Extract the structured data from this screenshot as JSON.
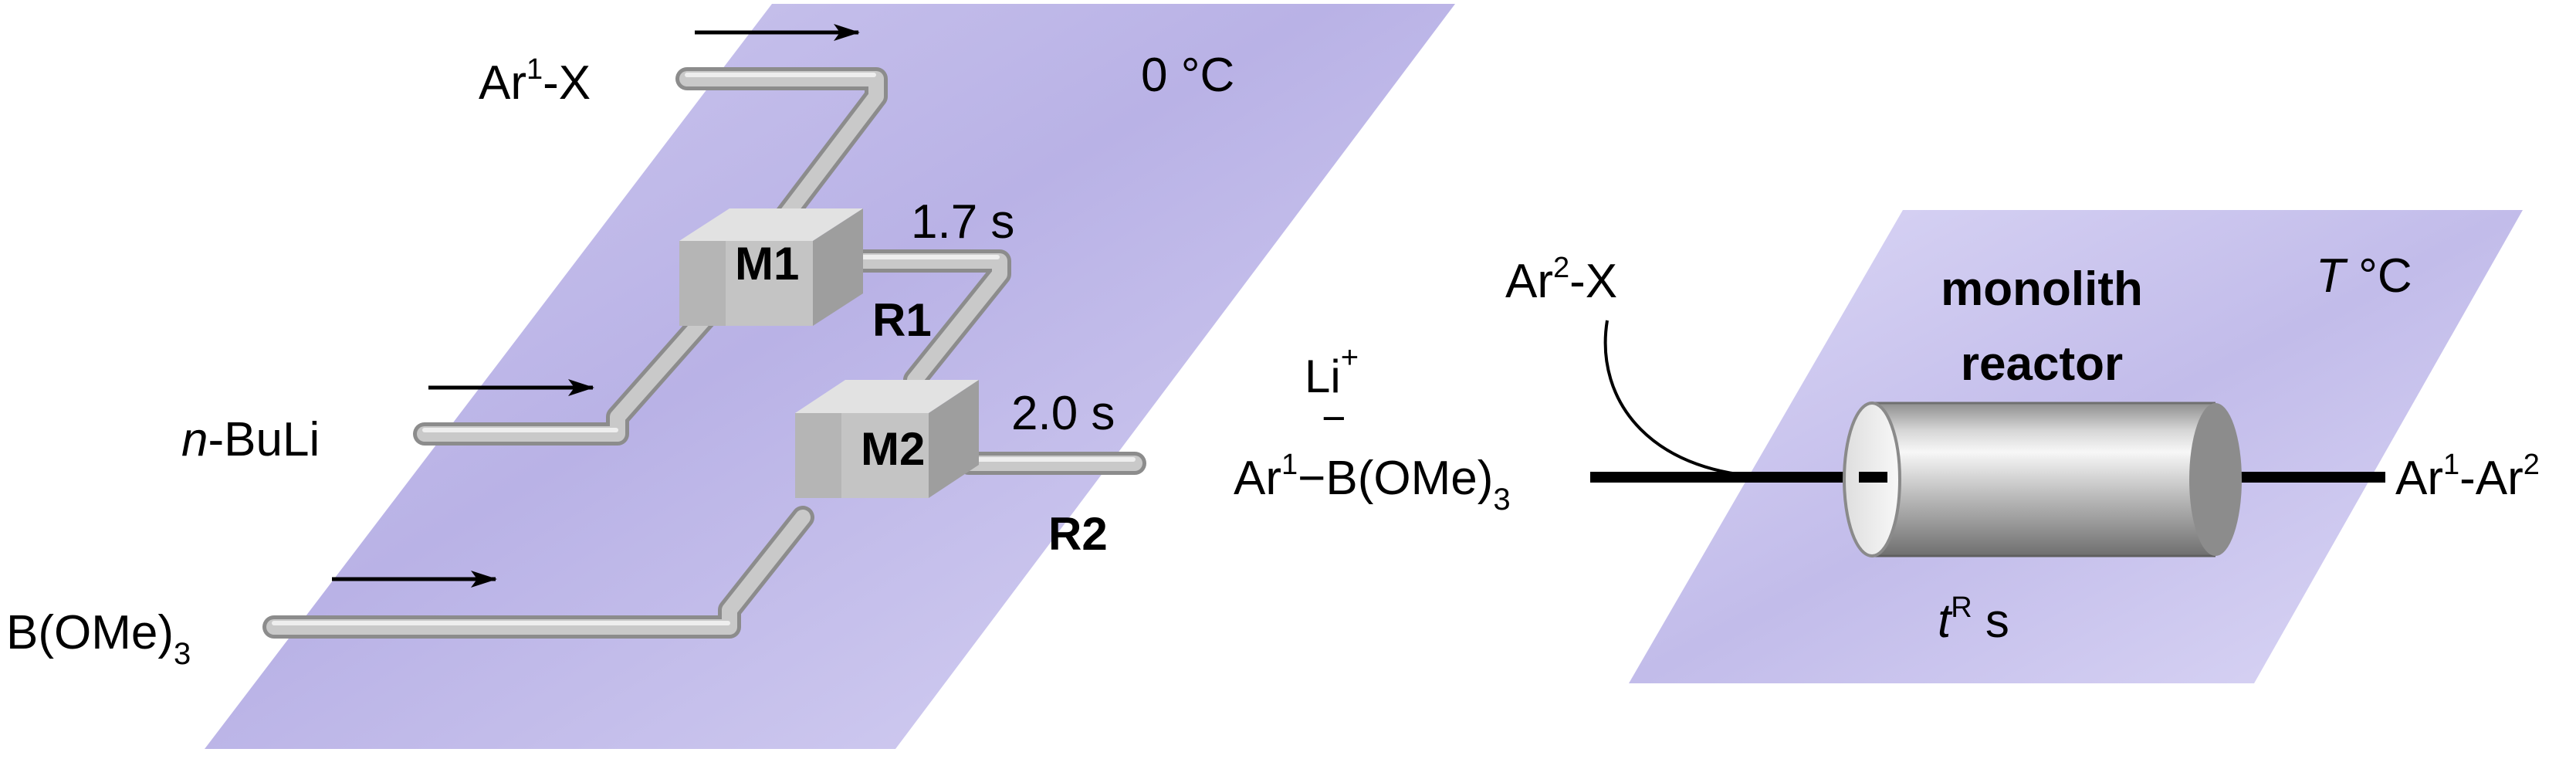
{
  "left_module": {
    "temperature": "0 °C",
    "inputs": {
      "ar1x": {
        "main": "Ar",
        "sup": "1",
        "tail": "-X"
      },
      "nbuli": {
        "italic": "n",
        "tail": "-BuLi"
      },
      "borate": {
        "main": "B(OMe)",
        "sub": "3"
      }
    },
    "mixers": {
      "m1": "M1",
      "m2": "M2"
    },
    "reactors": {
      "r1": "R1",
      "r2": "R2"
    },
    "residence_times": {
      "r1": "1.7 s",
      "r2": "2.0 s"
    }
  },
  "intermediate": {
    "cation": {
      "main": "Li",
      "sup": "+"
    },
    "charge": "−",
    "formula": {
      "a": "Ar",
      "a_sup": "1",
      "b": "−B(OMe)",
      "b_sub": "3"
    }
  },
  "right_module": {
    "temperature": {
      "italic": "T",
      "tail": " °C"
    },
    "reagent": {
      "main": "Ar",
      "sup": "2",
      "tail": "-X"
    },
    "reactor_label_line1": "monolith",
    "reactor_label_line2": "reactor",
    "residence_time": {
      "italic": "t",
      "sup": "R",
      "tail": " s"
    },
    "product": {
      "a": "Ar",
      "a_sup": "1",
      "b": "-Ar",
      "b_sup": "2"
    }
  },
  "colors": {
    "plane": "#d0cbef",
    "tube": "#a8a8a8",
    "tube_highlight": "#ededed",
    "mixer_front": "#c4c4c4",
    "mixer_top": "#e2e2e2",
    "mixer_side": "#9e9e9e",
    "line": "#000000"
  },
  "icons": {
    "plane": "parallelogram-plane",
    "tube": "rounded-pipe",
    "mixer": "cube-mixer",
    "arrow": "flow-arrow",
    "reactor": "cylinder-reactor"
  }
}
